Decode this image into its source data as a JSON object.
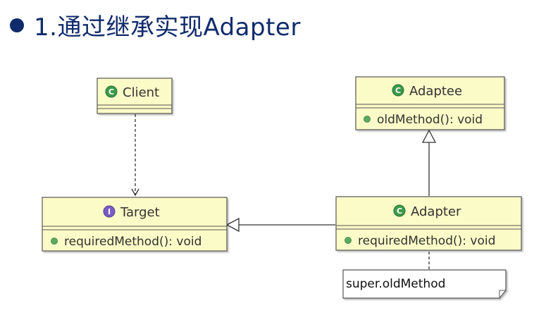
{
  "title": {
    "text": "1.通过继承实现Adapter"
  },
  "colors": {
    "title": "#0f2b6b",
    "class_fill": "#fbfbc8",
    "class_border": "#555555",
    "class_icon": "#3a9a4a",
    "interface_icon": "#7a5cc6",
    "method_dot": "#5aaa60"
  },
  "diagram": {
    "classes": {
      "client": {
        "name": "Client",
        "kind": "class",
        "icon_letter": "C",
        "methods": []
      },
      "target": {
        "name": "Target",
        "kind": "interface",
        "icon_letter": "I",
        "methods": [
          "requiredMethod(): void"
        ]
      },
      "adaptee": {
        "name": "Adaptee",
        "kind": "class",
        "icon_letter": "C",
        "methods": [
          "oldMethod(): void"
        ]
      },
      "adapter": {
        "name": "Adapter",
        "kind": "class",
        "icon_letter": "C",
        "methods": [
          "requiredMethod(): void"
        ]
      }
    },
    "note": {
      "text": "super.oldMethod"
    },
    "relations": [
      {
        "from": "client",
        "to": "target",
        "type": "dependency"
      },
      {
        "from": "adapter",
        "to": "target",
        "type": "realization"
      },
      {
        "from": "adapter",
        "to": "adaptee",
        "type": "generalization"
      },
      {
        "from": "adapter",
        "to": "note",
        "type": "note-link"
      }
    ]
  }
}
